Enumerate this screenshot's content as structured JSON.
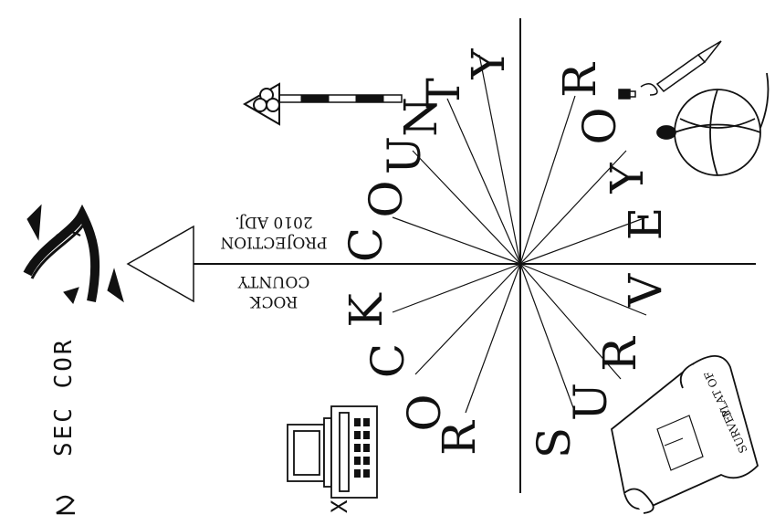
{
  "letters": {
    "rock": [
      "R",
      "O",
      "C",
      "K"
    ],
    "county": [
      "C",
      "O",
      "U",
      "N",
      "T",
      "Y"
    ],
    "survey": [
      "S",
      "U",
      "R",
      "V",
      "E",
      "Y"
    ],
    "or": [
      "O",
      "R"
    ]
  },
  "vertical_text": {
    "sec_cor": "SEC COR",
    "bottom_fragment": "X ; / 2"
  },
  "upside_down_labels": {
    "rock_county_line1": "ROCK",
    "rock_county_line2": "COUNTY",
    "projection_line1": "PROJECTION",
    "projection_line2": "2010 ADJ."
  },
  "scroll_text": {
    "line1": "PLAT OF",
    "line2": "SURVEY"
  },
  "colors": {
    "ink": "#111111",
    "background": "#ffffff"
  },
  "icons": [
    "north-arrow-icon",
    "triangle-marker-icon",
    "survey-rod-target-icon",
    "plumb-bob-icon",
    "computer-icon",
    "plat-scroll-icon",
    "pencil-icon"
  ]
}
